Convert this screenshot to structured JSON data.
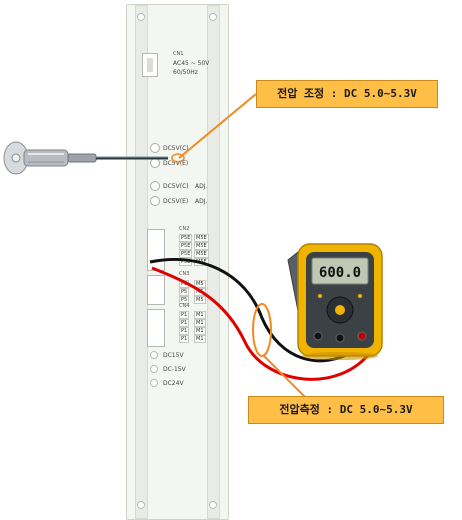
{
  "callouts": {
    "adjust": "전압 조정 : DC 5.0~5.3V",
    "measure": "전압측정 : DC 5.0~5.3V"
  },
  "board": {
    "cn1_label": "CN1",
    "ac_range": "AC45 ~ 50V",
    "freq": "60/50Hz",
    "pots": [
      {
        "label": "DC5V(C)",
        "adj": ""
      },
      {
        "label": "DC5V(E)",
        "adj": ""
      },
      {
        "label": "DC5V(C)",
        "adj": "ADJ."
      },
      {
        "label": "DC5V(E)",
        "adj": "ADJ."
      }
    ],
    "cn2_label": "CN2",
    "cn2_pins": [
      [
        "P5E",
        "M5E"
      ],
      [
        "P5E",
        "M5E"
      ],
      [
        "P5E",
        "M5E"
      ],
      [
        "P5E",
        "M5E"
      ]
    ],
    "cn3_label": "CN3",
    "cn3_pins": [
      [
        "P5",
        "M5"
      ],
      [
        "P5",
        "M5"
      ],
      [
        "P5",
        "M5"
      ]
    ],
    "cn4_label": "CN4",
    "cn4_pins": [
      [
        "P1",
        "M1"
      ],
      [
        "P1",
        "M1"
      ],
      [
        "P1",
        "M1"
      ],
      [
        "P1",
        "M1"
      ]
    ],
    "outputs": [
      "DC15V",
      "DC-15V",
      "DC24V"
    ]
  },
  "multimeter": {
    "display": "600.0",
    "brand_color": "#f0b400"
  },
  "colors": {
    "callout_fill": "#ffbe45",
    "leader_line": "#f08a24",
    "probe_red": "#e00000",
    "probe_black": "#111111"
  },
  "icons": {
    "screwdriver": "screwdriver-icon",
    "multimeter": "multimeter-icon"
  }
}
